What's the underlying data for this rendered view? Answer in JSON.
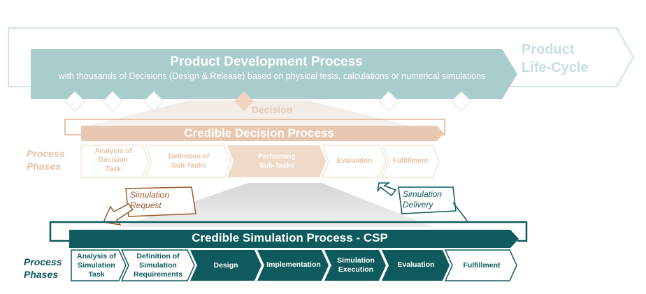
{
  "lifecycle": {
    "label_line1": "Product",
    "label_line2": "Life-Cycle"
  },
  "pdp": {
    "title": "Product Development Process",
    "subtitle": "with thousands of Decisions (Design & Release) based on physical tests, calculations or numerical simulations"
  },
  "decision": {
    "label": "Decision"
  },
  "cdp": {
    "title": "Credible Decision Process",
    "phases_label_line1": "Process",
    "phases_label_line2": "Phases",
    "phases": [
      {
        "line1": "Analysis of",
        "line2": "Decision",
        "line3": "Task"
      },
      {
        "line1": "Definition of",
        "line2": "Sub-Tasks"
      },
      {
        "line1": "Performing",
        "line2": "Sub-Tasks"
      },
      {
        "line1": "Evaluation"
      },
      {
        "line1": "Fulfillment"
      }
    ]
  },
  "request_note": {
    "line1": "Simulation",
    "line2": "Request"
  },
  "delivery_note": {
    "line1": "Simulation",
    "line2": "Delivery"
  },
  "csp": {
    "title": "Credible Simulation Process - CSP",
    "phases_label_line1": "Process",
    "phases_label_line2": "Phases",
    "phases": [
      {
        "line1": "Analysis of",
        "line2": "Simulation",
        "line3": "Task"
      },
      {
        "line1": "Definition of",
        "line2": "Simulation",
        "line3": "Requirements"
      },
      {
        "line1": "Design"
      },
      {
        "line1": "Implementation"
      },
      {
        "line1": "Simulation",
        "line2": "Execution"
      },
      {
        "line1": "Evaluation"
      },
      {
        "line1": "Fulfillment"
      }
    ]
  },
  "colors": {
    "teal_dark": "#0f5a5c",
    "teal_light": "#a9cccc",
    "peach": "#e8c8b1",
    "peach_text": "#e6c2a6",
    "brown": "#9a5a2a"
  }
}
